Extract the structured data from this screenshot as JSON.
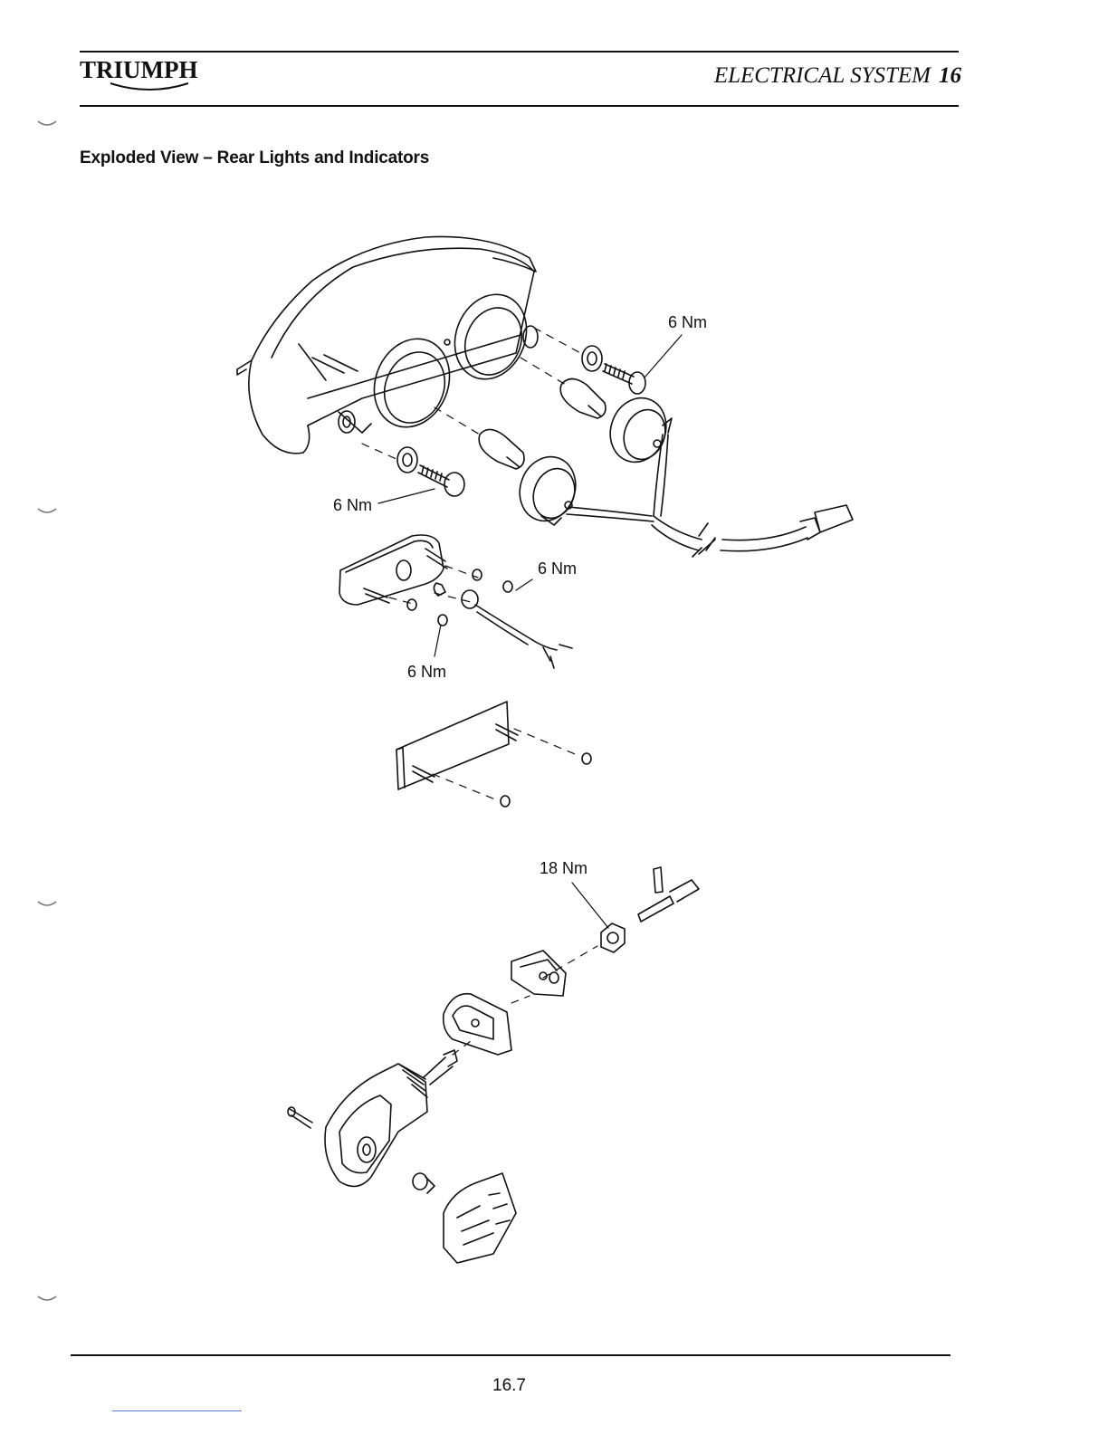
{
  "header": {
    "brand": "TRIUMPH",
    "section": "ELECTRICAL SYSTEM",
    "section_number": "16"
  },
  "title": "Exploded View – Rear Lights and Indicators",
  "diagram": {
    "torque_labels": [
      "6 Nm",
      "6 Nm",
      "6 Nm",
      "6 Nm",
      "18 Nm"
    ]
  },
  "footer": {
    "page_number": "16.7"
  }
}
